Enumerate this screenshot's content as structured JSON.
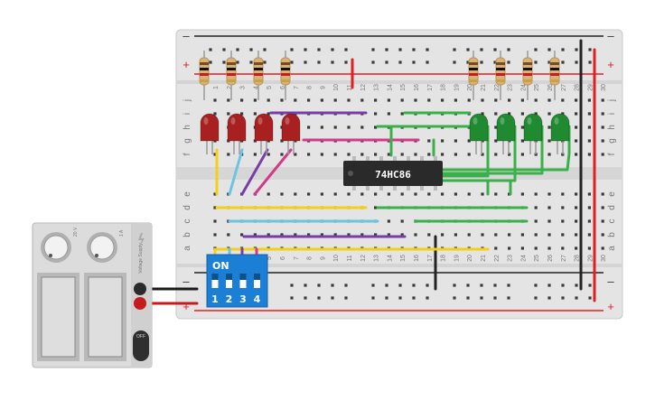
{
  "chip": {
    "label": "74HC86"
  },
  "dip_switch": {
    "on_label": "ON",
    "switch_numbers": [
      "1",
      "2",
      "3",
      "4"
    ]
  },
  "breadboard": {
    "column_numbers": [
      "1",
      "2",
      "3",
      "4",
      "5",
      "6",
      "7",
      "8",
      "9",
      "10",
      "11",
      "12",
      "13",
      "14",
      "15",
      "16",
      "17",
      "18",
      "19",
      "20",
      "21",
      "22",
      "23",
      "24",
      "25",
      "26",
      "27",
      "28",
      "29",
      "30"
    ],
    "row_letters_top": [
      "j",
      "i",
      "h",
      "g",
      "f"
    ],
    "row_letters_bottom": [
      "e",
      "d",
      "c",
      "b",
      "a"
    ],
    "rail_plus": "+",
    "rail_minus": "–"
  },
  "power_supply": {
    "knob_left_label": "20 V",
    "knob_right_label": "1 A",
    "brand_text": "Voltage Supply",
    "off_label": "OFF"
  },
  "colors": {
    "board": "#e4e4e4",
    "hole": "#3a3a3a",
    "rail_red": "#e02020",
    "rail_black": "#222222",
    "led_red": "#a82020",
    "led_green": "#1f8a30",
    "wire_yellow": "#f4cf1a",
    "wire_blue": "#6cc4e0",
    "wire_purple": "#7a3da8",
    "wire_magenta": "#d23a8a",
    "wire_green": "#3ab04a",
    "chip": "#2a2a2a",
    "dip": "#1c7fd6"
  }
}
